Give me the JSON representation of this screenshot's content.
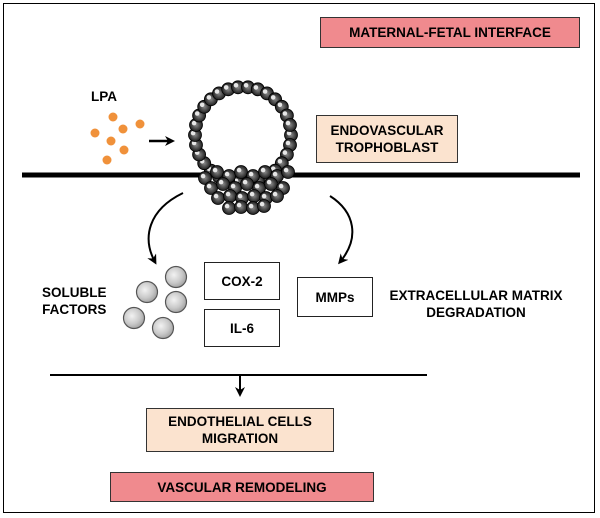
{
  "labels": {
    "maternal_fetal_interface": "MATERNAL-FETAL INTERFACE",
    "lpa": "LPA",
    "endovascular_line1": "ENDOVASCULAR",
    "endovascular_line2": "TROPHOBLAST",
    "soluble_line1": "SOLUBLE",
    "soluble_line2": "FACTORS",
    "cox2": "COX-2",
    "il6": "IL-6",
    "mmps": "MMPs",
    "ecm_line1": "EXTRACELLULAR MATRIX",
    "ecm_line2": "DEGRADATION",
    "endothelial_line1": "ENDOTHELIAL CELLS",
    "endothelial_line2": "MIGRATION",
    "vascular_remodeling": "VASCULAR REMODELING"
  },
  "colors": {
    "pink_box": "#f08a8e",
    "peach_box": "#fbe3cf",
    "lpa_dots": "#f0913a",
    "cell_gray": "#c9c9c9"
  }
}
